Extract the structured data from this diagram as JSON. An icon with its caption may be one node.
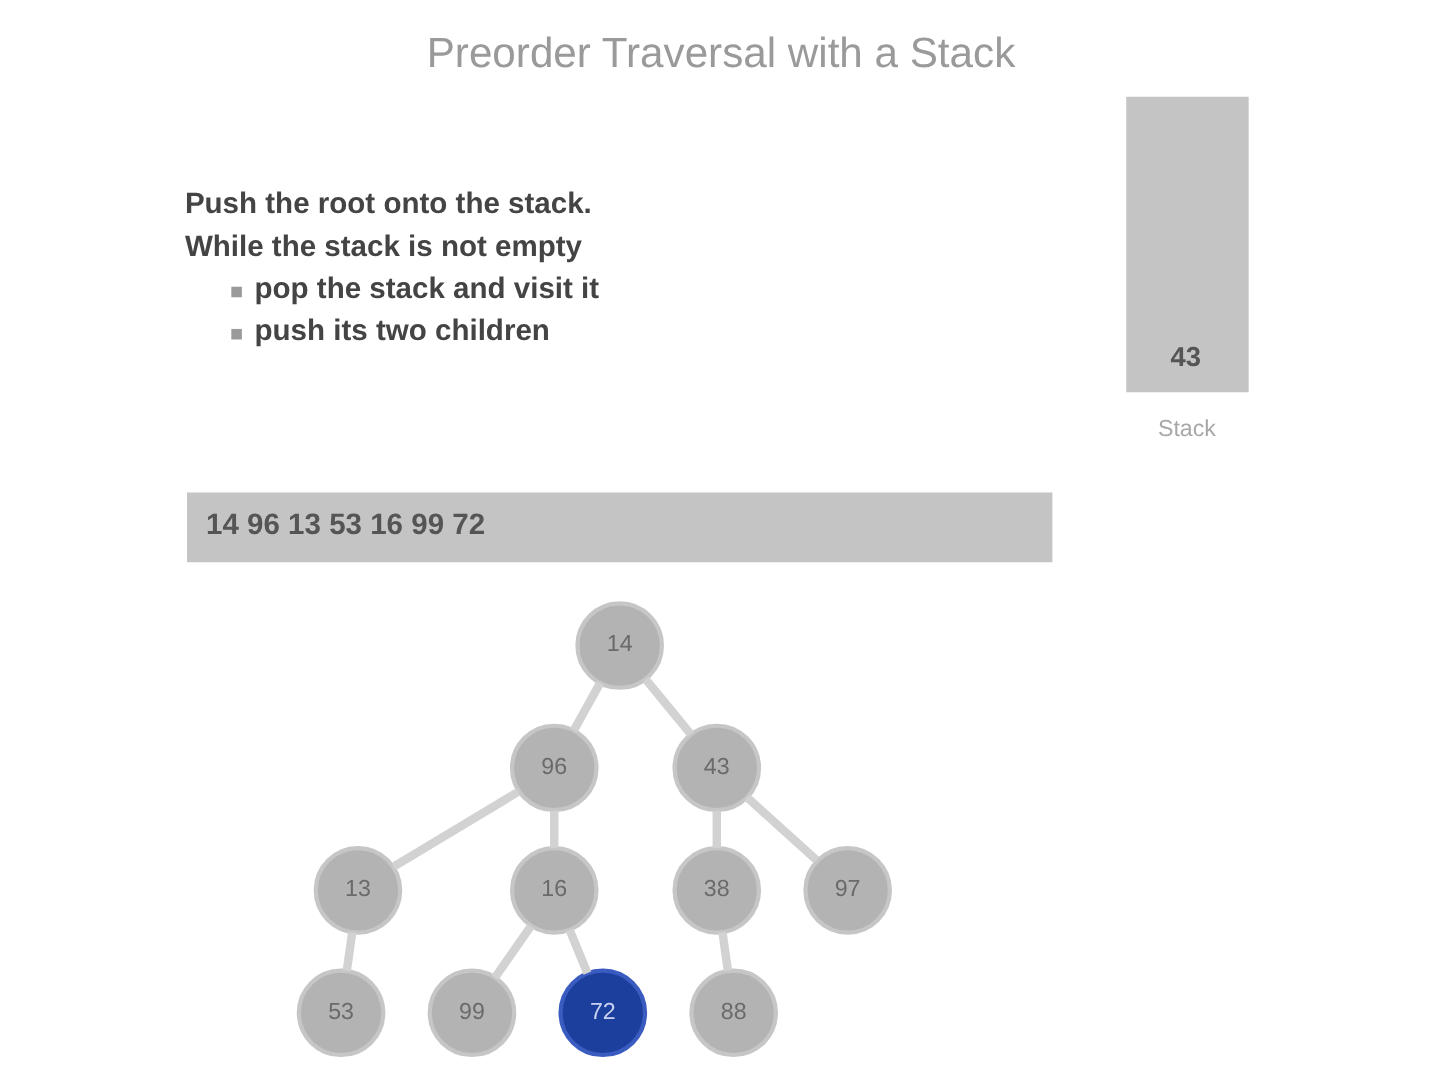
{
  "diagram": {
    "title": "Preorder Traversal with a Stack",
    "nodes": [
      {
        "text": [
          "14 96 13 53 16 99 72"
        ]
      },
      {
        "text": [
          "43"
        ],
        "beside": [
          "Stack"
        ]
      },
      {
        "text": [
          "14"
        ]
      },
      {
        "text": [
          "96"
        ]
      },
      {
        "text": [
          "43"
        ]
      },
      {
        "text": [
          "13"
        ]
      },
      {
        "text": [
          "16"
        ]
      },
      {
        "text": [
          "38"
        ]
      },
      {
        "text": [
          "97"
        ]
      },
      {
        "text": [
          "53"
        ]
      },
      {
        "text": [
          "99"
        ]
      },
      {
        "text": [
          "72"
        ]
      },
      {
        "text": [
          "88"
        ]
      }
    ],
    "edges": [
      {
        "from": 2,
        "to": 3,
        "arrow": "none"
      },
      {
        "from": 2,
        "to": 4,
        "arrow": "none"
      },
      {
        "from": 3,
        "to": 5,
        "arrow": "none"
      },
      {
        "from": 3,
        "to": 6,
        "arrow": "none"
      },
      {
        "from": 4,
        "to": 7,
        "arrow": "none"
      },
      {
        "from": 4,
        "to": 8,
        "arrow": "none"
      },
      {
        "from": 5,
        "to": 9,
        "arrow": "none"
      },
      {
        "from": 6,
        "to": 10,
        "arrow": "none"
      },
      {
        "from": 6,
        "to": 11,
        "arrow": "none"
      },
      {
        "from": 7,
        "to": 12,
        "arrow": "none"
      }
    ],
    "labels": [
      "Push the root onto the stack.",
      "While the stack is not empty",
      "pop the stack and visit it",
      "push its two children"
    ]
  }
}
